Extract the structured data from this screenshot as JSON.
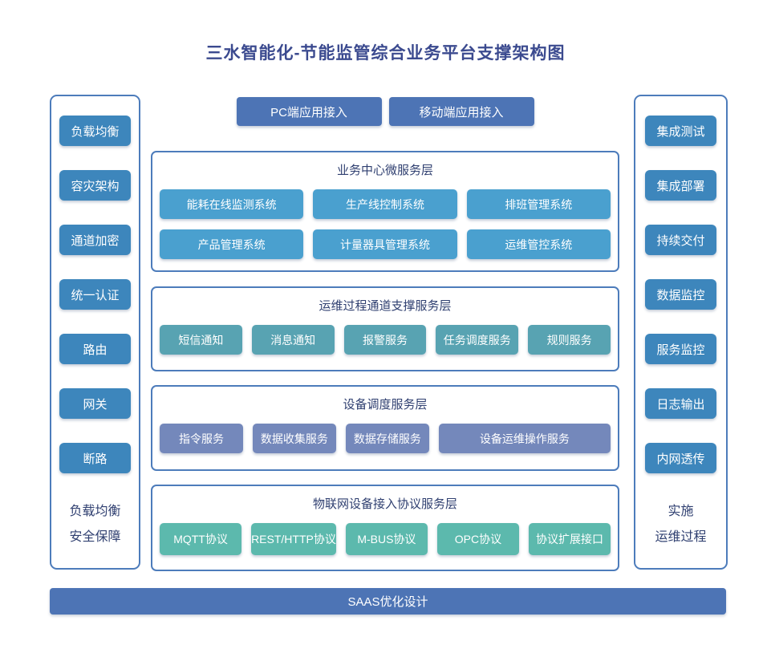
{
  "title": "三水智能化-节能监管综合业务平台支撑架构图",
  "top_access": {
    "items": [
      "PC端应用接入",
      "移动端应用接入"
    ]
  },
  "left_panel": {
    "buttons": [
      "负载均衡",
      "容灾架构",
      "通道加密",
      "统一认证",
      "路由",
      "网关",
      "断路"
    ],
    "label_lines": [
      "负载均衡",
      "安全保障"
    ]
  },
  "right_panel": {
    "buttons": [
      "集成测试",
      "集成部署",
      "持续交付",
      "数据监控",
      "服务监控",
      "日志输出",
      "内网透传"
    ],
    "label_lines": [
      "实施",
      "运维过程"
    ]
  },
  "layers": [
    {
      "title": "业务中心微服务层",
      "buttons": [
        "能耗在线监测系统",
        "生产线控制系统",
        "排班管理系统",
        "产品管理系统",
        "计量器具管理系统",
        "运维管控系统"
      ]
    },
    {
      "title": "运维过程通道支撑服务层",
      "buttons": [
        "短信通知",
        "消息通知",
        "报警服务",
        "任务调度服务",
        "规则服务"
      ]
    },
    {
      "title": "设备调度服务层",
      "buttons": [
        "指令服务",
        "数据收集服务",
        "数据存储服务",
        "设备运维操作服务"
      ]
    },
    {
      "title": "物联网设备接入协议服务层",
      "buttons": [
        "MQTT协议",
        "REST/HTTP协议",
        "M-BUS协议",
        "OPC协议",
        "协议扩展接口"
      ]
    }
  ],
  "footer": {
    "label": "SAAS优化设计"
  },
  "colors": {
    "title-ink": "#3b4a8f",
    "label-ink": "#2f3f70",
    "accent-blue": "#4d74b5",
    "side-node-blue": "#3d86bc",
    "layer1-node": "#4aa0cf",
    "layer2-node": "#58a3b2",
    "layer3-node": "#7488bb",
    "layer4-node": "#5cb9ad",
    "frame-border": "#4d7cbb"
  }
}
